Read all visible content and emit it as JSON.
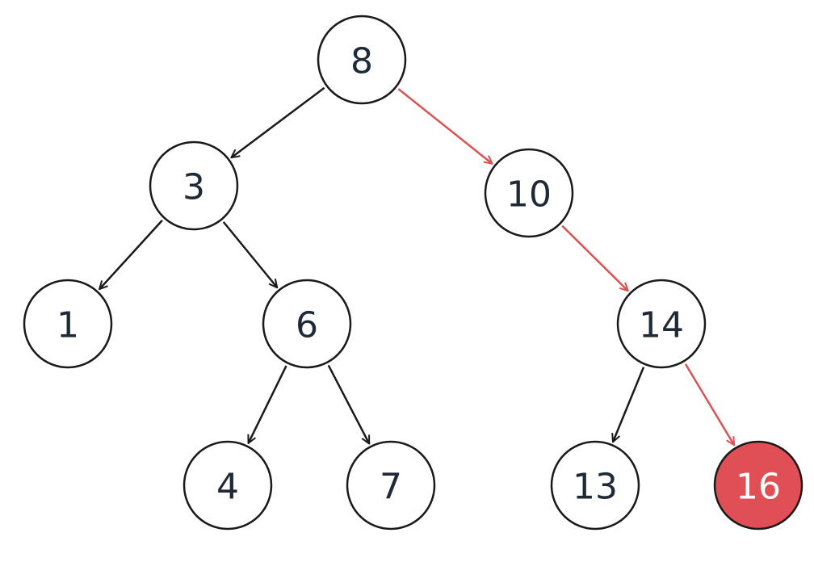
{
  "tree": {
    "nodes": [
      {
        "id": "n8",
        "label": "8"
      },
      {
        "id": "n3",
        "label": "3"
      },
      {
        "id": "n10",
        "label": "10"
      },
      {
        "id": "n1",
        "label": "1"
      },
      {
        "id": "n6",
        "label": "6"
      },
      {
        "id": "n14",
        "label": "14"
      },
      {
        "id": "n4",
        "label": "4"
      },
      {
        "id": "n7",
        "label": "7"
      },
      {
        "id": "n13",
        "label": "13"
      },
      {
        "id": "n16",
        "label": "16",
        "highlight": true
      }
    ],
    "edges": [
      {
        "from": "n8",
        "to": "n3"
      },
      {
        "from": "n8",
        "to": "n10",
        "highlight": true
      },
      {
        "from": "n3",
        "to": "n1"
      },
      {
        "from": "n3",
        "to": "n6"
      },
      {
        "from": "n10",
        "to": "n14",
        "highlight": true
      },
      {
        "from": "n6",
        "to": "n4"
      },
      {
        "from": "n6",
        "to": "n7"
      },
      {
        "from": "n14",
        "to": "n13"
      },
      {
        "from": "n14",
        "to": "n16",
        "highlight": true
      }
    ]
  },
  "colors": {
    "default_stroke": "#1a1a1a",
    "highlight_stroke": "#d95353",
    "highlight_fill": "#e04f55",
    "highlight_text": "#ffffff",
    "node_fill": "#ffffff",
    "text": "#1f2a36"
  }
}
